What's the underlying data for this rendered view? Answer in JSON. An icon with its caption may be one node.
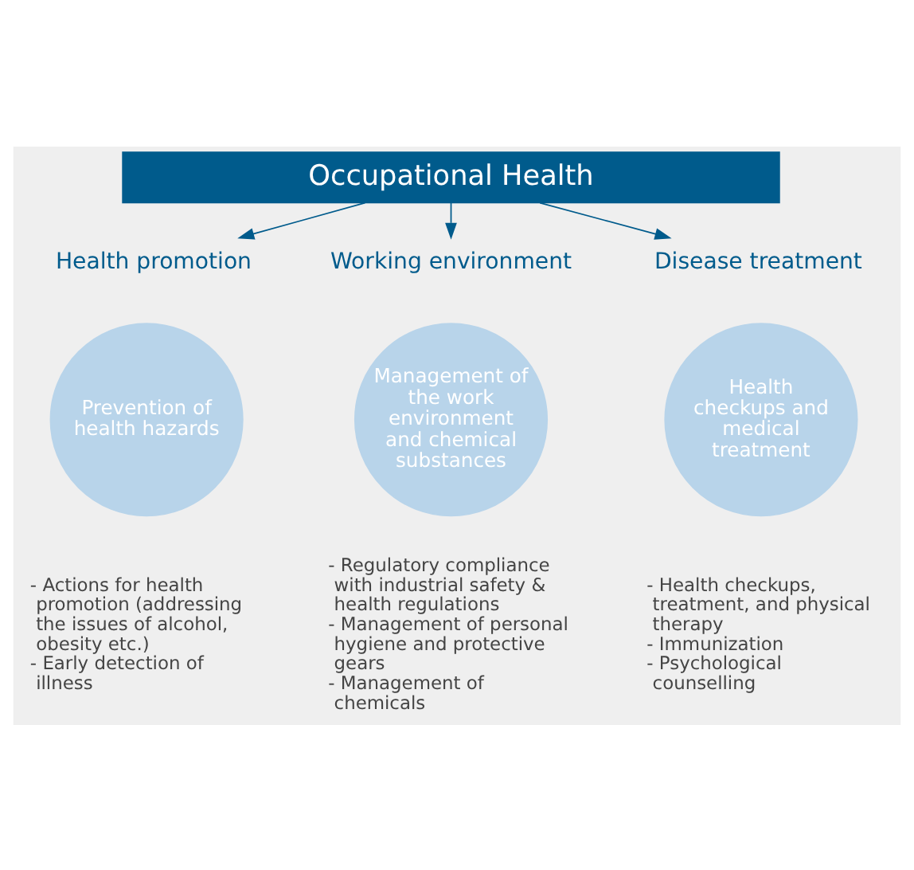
{
  "diagram": {
    "nodes": [
      {
        "text": [
          "Occupational Health"
        ]
      },
      {
        "text": [
          "Health promotion"
        ]
      },
      {
        "text": [
          "Working environment"
        ]
      },
      {
        "text": [
          "Disease treatment"
        ]
      },
      {
        "text": [
          "Prevention of health hazards"
        ],
        "beside": [
          "- Actions for health promotion (addressing the issues of alcohol, obesity etc.)",
          "- Early detection of illness"
        ]
      },
      {
        "text": [
          "Management of the work environment and chemical substances"
        ],
        "beside": [
          "- Regulatory compliance with industrial safety & health regulations",
          "- Management of personal hygiene and protective gears",
          "- Management of chemicals"
        ]
      },
      {
        "text": [
          "Health checkups and medical treatment"
        ],
        "beside": [
          "- Health checkups, treatment, and physical therapy",
          "- Immunization",
          "- Psychological counselling"
        ]
      }
    ],
    "edges": [
      {
        "from": 0,
        "to": 1,
        "arrow": "to"
      },
      {
        "from": 0,
        "to": 2,
        "arrow": "to"
      },
      {
        "from": 0,
        "to": 3,
        "arrow": "to"
      }
    ]
  }
}
